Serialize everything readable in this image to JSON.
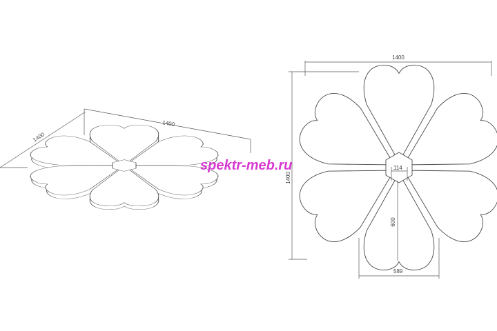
{
  "watermark": {
    "text": "spektr-meb.ru",
    "color": "#d63ad0"
  },
  "colors": {
    "line": "#4a4a4a",
    "background": "#ffffff"
  },
  "iso_view": {
    "dim_length": "1400",
    "dim_depth": "1400"
  },
  "plan_view": {
    "dim_width": "1400",
    "dim_height": "1400",
    "dim_center": "114",
    "dim_petal_length": "600",
    "dim_petal_width": "589"
  }
}
